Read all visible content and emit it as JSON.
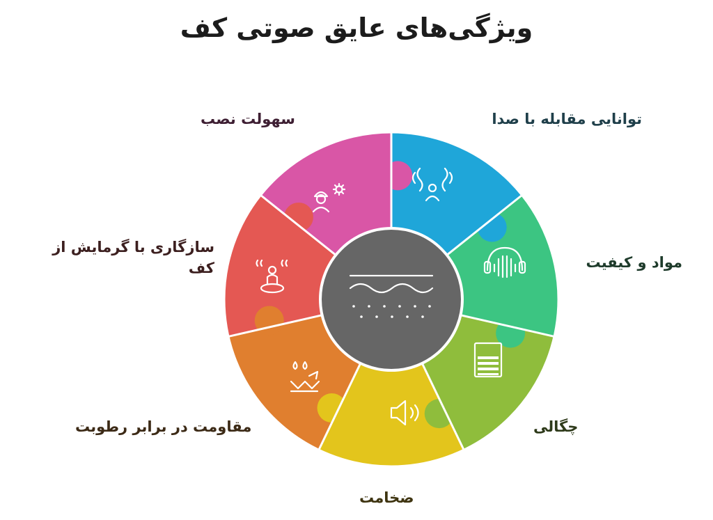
{
  "title": "ویژگی‌های عایق صوتی کف",
  "segments": [
    {
      "label": "توانایی مقابله با صدا",
      "color": "#1fa6d9",
      "label_color": "#1f3f4a",
      "icon": "sound-waves-person-icon"
    },
    {
      "label": "مواد و کیفیت",
      "color": "#3cc582",
      "label_color": "#1e3b2b",
      "icon": "headphones-soundwave-icon"
    },
    {
      "label": "چگالی",
      "color": "#8fbd3c",
      "label_color": "#2e3a1a",
      "icon": "density-grid-icon"
    },
    {
      "label": "ضخامت",
      "color": "#e3c51c",
      "label_color": "#3e3410",
      "icon": "speaker-volume-icon"
    },
    {
      "label": "مقاومت در برابر رطوبت",
      "color": "#e07f2f",
      "label_color": "#3c2a16",
      "icon": "water-drops-icon"
    },
    {
      "label": "سازگاری با گرمایش از کف",
      "color": "#e45853",
      "label_color": "#3c1f1f",
      "icon": "floor-heating-person-icon"
    },
    {
      "label": "سهولت نصب",
      "color": "#d956a6",
      "label_color": "#3e1f33",
      "icon": "installer-gear-icon"
    }
  ],
  "center": {
    "color": "#666666",
    "icon": "floor-layers-icon"
  }
}
